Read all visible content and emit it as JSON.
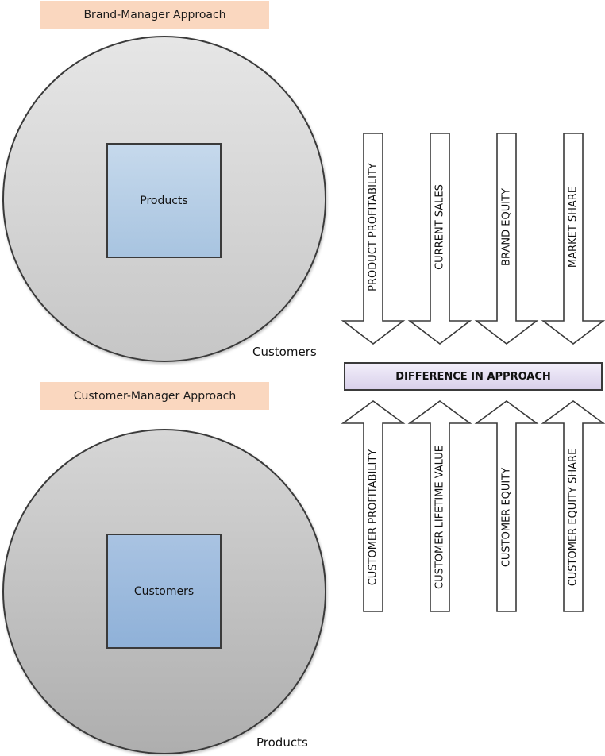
{
  "brand_manager": {
    "title": "Brand-Manager Approach",
    "inner_label": "Products",
    "outer_label": "Customers"
  },
  "customer_manager": {
    "title": "Customer-Manager Approach",
    "inner_label": "Customers",
    "outer_label": "Products"
  },
  "center_bar": "DIFFERENCE IN APPROACH",
  "down_arrows": [
    "PRODUCT PROFITABILITY",
    "CURRENT SALES",
    "BRAND EQUITY",
    "MARKET SHARE"
  ],
  "up_arrows": [
    "CUSTOMER PROFITABILITY",
    "CUSTOMER LIFETIME VALUE",
    "CUSTOMER EQUITY",
    "CUSTOMER EQUITY SHARE"
  ],
  "colors": {
    "banner": "#fad7bf",
    "bar": "#d8d0ea",
    "square_brand": "#a8c4e0",
    "square_customer": "#8fb1d8"
  }
}
